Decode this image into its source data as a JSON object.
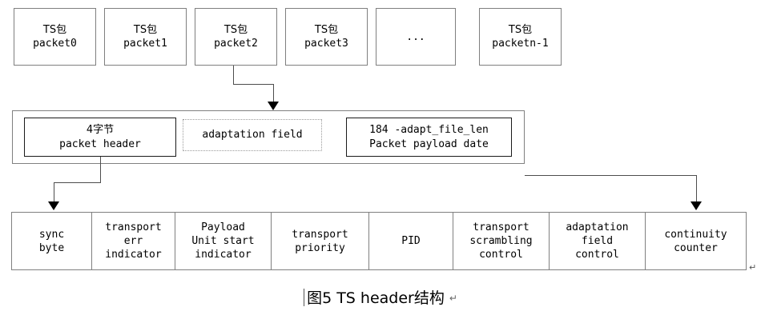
{
  "figure": {
    "caption": "图5 TS header结构",
    "caption_return_mark": "↵"
  },
  "stream_row": {
    "packets": [
      {
        "line1": "TS包",
        "line2": "packet0"
      },
      {
        "line1": "TS包",
        "line2": "packet1"
      },
      {
        "line1": "TS包",
        "line2": "packet2"
      },
      {
        "line1": "TS包",
        "line2": "packet3"
      },
      {
        "line1": "",
        "line2": "..."
      },
      {
        "line1": "TS包",
        "line2": "packetn-1"
      }
    ]
  },
  "packet_row": {
    "cells": [
      {
        "line1": "4字节",
        "line2": "packet header",
        "border": "solid"
      },
      {
        "line1": "adaptation field",
        "line2": "",
        "border": "dotted"
      },
      {
        "line1": "184 -adapt_file_len",
        "line2": "Packet payload date",
        "border": "solid"
      }
    ]
  },
  "header_row": {
    "fields": [
      {
        "lines": [
          "sync",
          "byte"
        ]
      },
      {
        "lines": [
          "transport",
          "err",
          "indicator"
        ]
      },
      {
        "lines": [
          "Payload",
          "Unit start",
          "indicator"
        ]
      },
      {
        "lines": [
          "transport",
          "priority"
        ]
      },
      {
        "lines": [
          "PID"
        ]
      },
      {
        "lines": [
          "transport",
          "scrambling",
          "control"
        ]
      },
      {
        "lines": [
          "adaptation",
          "field",
          "control"
        ]
      },
      {
        "lines": [
          "continuity",
          "counter"
        ]
      }
    ]
  },
  "marks": {
    "trailing_return": "↵"
  },
  "colors": {
    "box_border": "#808080",
    "inner_border": "#1a1a1a",
    "dotted_border": "#9a9a9a",
    "connector": "#4d4d4d",
    "arrow": "#000000",
    "text": "#000000",
    "background": "#ffffff"
  }
}
